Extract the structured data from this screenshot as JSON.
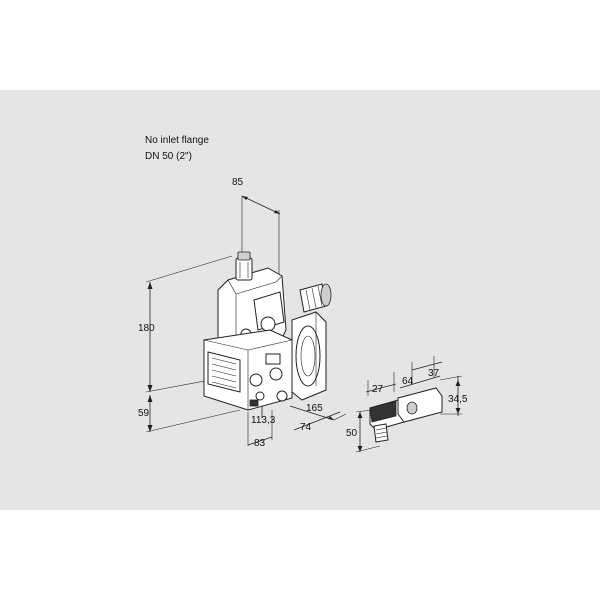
{
  "notes": {
    "line1": "No inlet flange",
    "line2": "DN 50 (2\")"
  },
  "dimensions": {
    "width_top": "85",
    "height_total": "180",
    "height_bottom": "59",
    "offset_113": "113,3",
    "width_83": "83",
    "length_165": "165",
    "length_74": "74",
    "conn_27": "27",
    "conn_64": "64",
    "conn_37": "37",
    "conn_34": "34,5",
    "conn_50": "50"
  }
}
